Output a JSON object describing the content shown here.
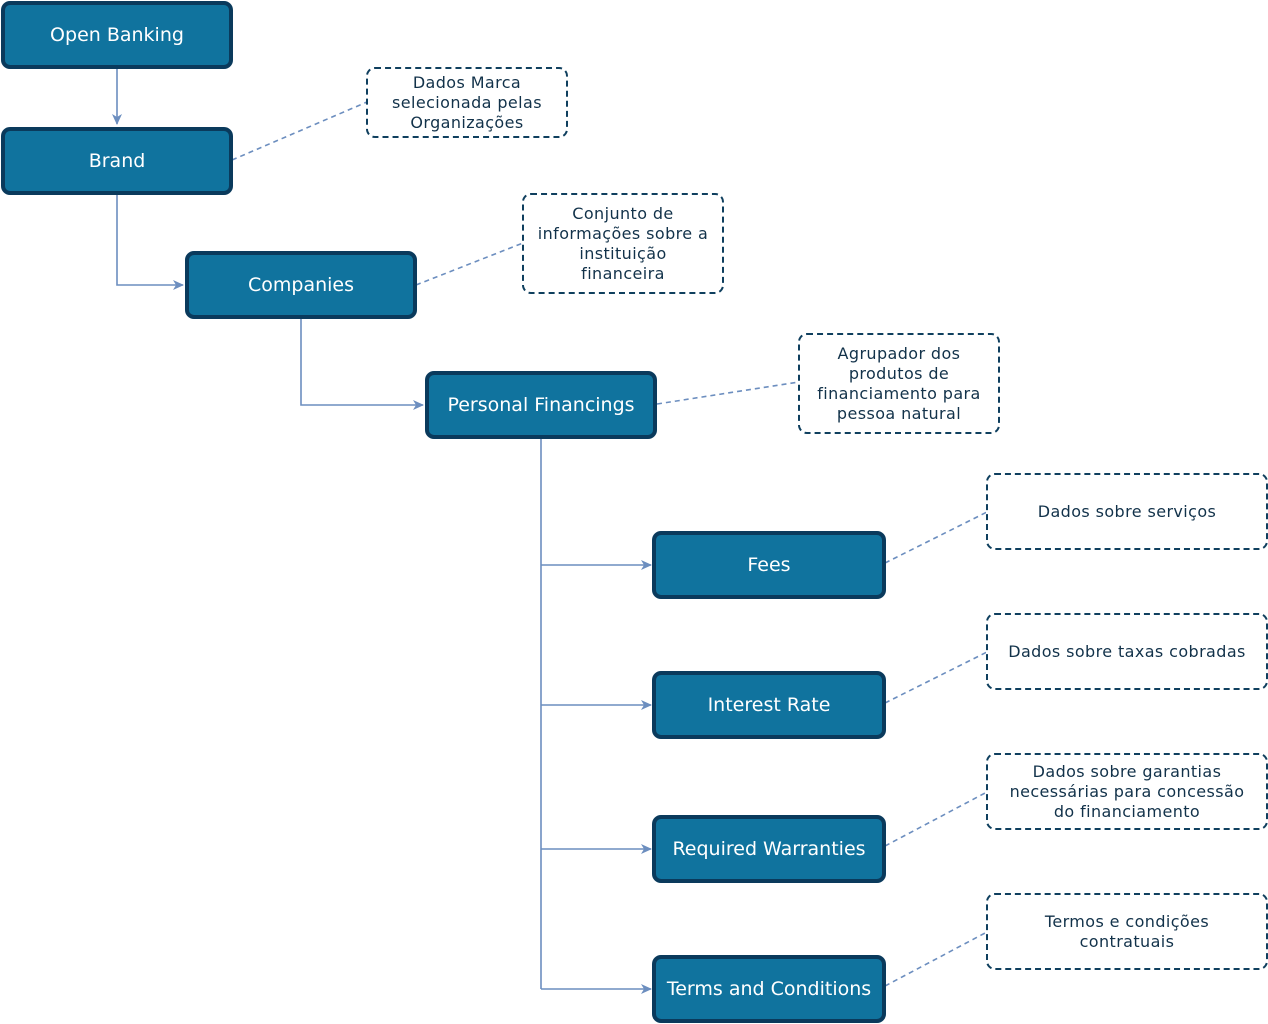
{
  "colors": {
    "node_fill": "#10739e",
    "node_border": "#0a3a5c",
    "node_text": "#ffffff",
    "connector": "#6c8ebf",
    "note_border": "#0f3f5e",
    "note_text": "#12324a"
  },
  "nodes": {
    "open_banking": "Open Banking",
    "brand": "Brand",
    "companies": "Companies",
    "personal_financings": "Personal Financings",
    "fees": "Fees",
    "interest_rate": "Interest Rate",
    "required_warranties": "Required Warranties",
    "terms_and_conditions": "Terms and Conditions"
  },
  "notes": {
    "brand": "Dados Marca\nselecionada pelas\nOrganizações",
    "companies": "Conjunto de\ninformações sobre a\ninstituição\nfinanceira",
    "personal_financings": "Agrupador dos\nprodutos de\nfinanciamento para\npessoa natural",
    "fees": "Dados sobre serviços",
    "interest_rate": "Dados sobre taxas cobradas",
    "required_warranties": "Dados sobre garantias\nnecessárias para concessão\ndo financiamento",
    "terms_and_conditions": "Termos e condições\ncontratuais"
  }
}
